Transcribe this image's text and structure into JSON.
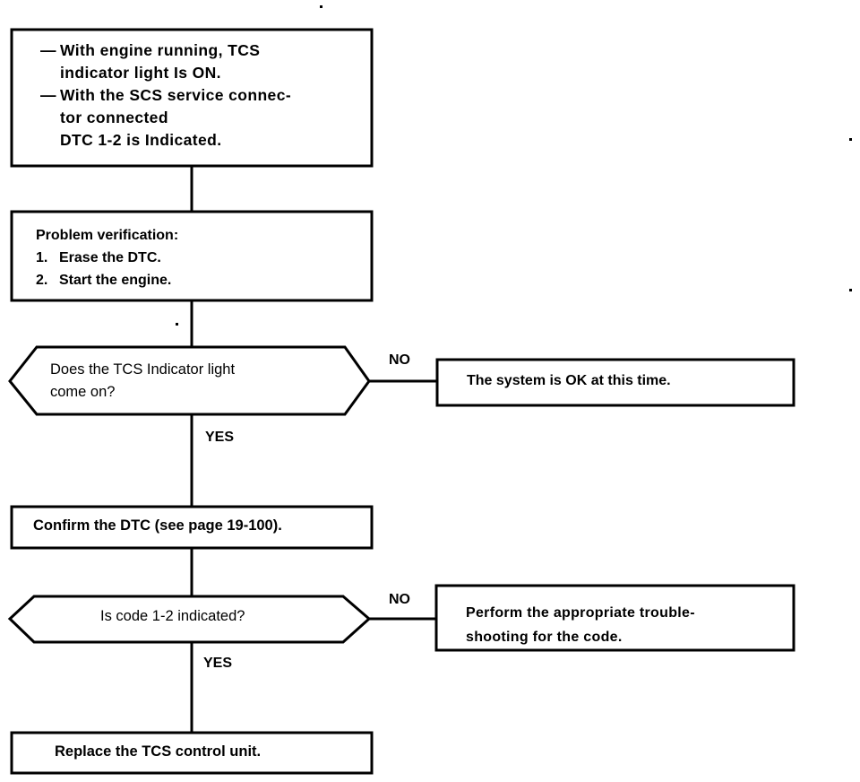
{
  "diagram": {
    "title": "TCS DTC 1-2 Troubleshooting Flowchart",
    "ink_color": "#000000",
    "background_color": "#ffffff"
  },
  "nodes": {
    "symptom_box": {
      "bullet_marker": "—",
      "bullet_1_line_1": "With engine running, TCS",
      "bullet_1_line_2": "indicator light Is ON.",
      "bullet_2_line_1": "With the SCS service connec-",
      "bullet_2_line_2": "tor connected",
      "bullet_2_line_3": "DTC 1-2 is Indicated."
    },
    "problem_verification_box": {
      "heading": "Problem verification:",
      "step_1_number": "1.",
      "step_1_text": "Erase the DTC.",
      "step_2_number": "2.",
      "step_2_text": "Start the engine."
    },
    "decision_1": {
      "line_1": "Does the TCS Indicator light",
      "line_2": "come on?"
    },
    "system_ok_box": {
      "text": "The system is OK at this time."
    },
    "confirm_dtc_box": {
      "text": "Confirm the DTC (see page 19-100)."
    },
    "decision_2": {
      "text": "Is code 1-2 indicated?"
    },
    "perform_troubleshooting_box": {
      "line_1": "Perform the appropriate trouble-",
      "line_2": "shooting for the code."
    },
    "replace_unit_box": {
      "text": "Replace the TCS control unit."
    }
  },
  "edge_labels": {
    "decision_1_no": "NO",
    "decision_1_yes": "YES",
    "decision_2_no": "NO",
    "decision_2_yes": "YES"
  }
}
